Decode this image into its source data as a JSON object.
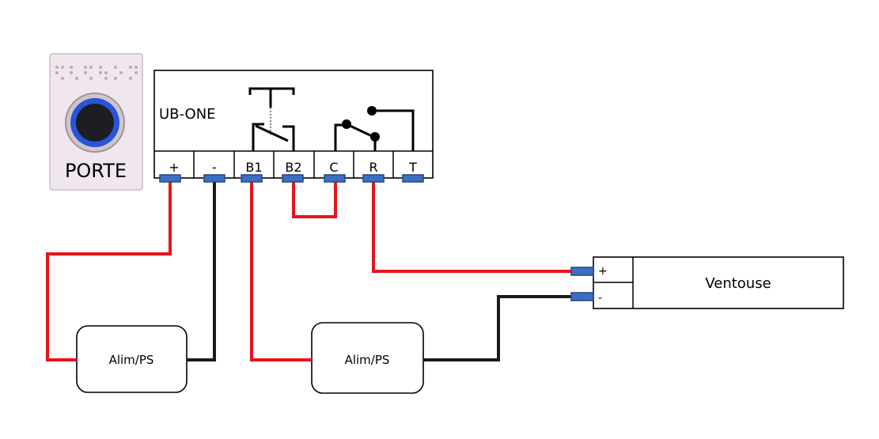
{
  "button_panel": {
    "label": "PORTE",
    "ring_color": "#2a55d8",
    "panel_color": "#f0e6ee"
  },
  "controller": {
    "name": "UB-ONE",
    "terminals": [
      "+",
      "-",
      "B1",
      "B2",
      "C",
      "R",
      "T"
    ]
  },
  "ventouse": {
    "name": "Ventouse",
    "terminal_plus": "+",
    "terminal_minus": "-"
  },
  "power_supplies": [
    {
      "label": "Alim/PS"
    },
    {
      "label": "Alim/PS"
    }
  ],
  "colors": {
    "wire_positive": "#e8141b",
    "wire_negative": "#1a1a1a",
    "terminal": "#3c6fc2"
  }
}
